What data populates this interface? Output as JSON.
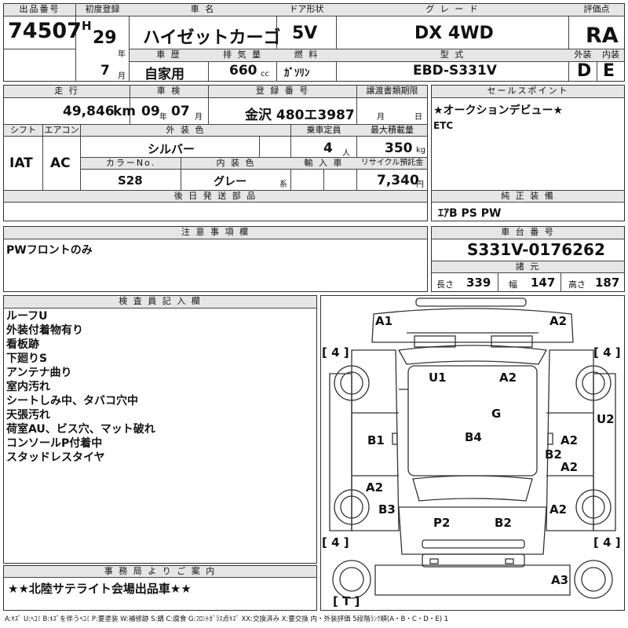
{
  "header": {
    "lot_no_label": "出品番号",
    "lot_no": "74507",
    "first_reg_label": "初度登録",
    "era": "H",
    "year": "29",
    "year_unit": "年",
    "month": "7",
    "month_unit": "月",
    "car_name_label": "車 名",
    "car_name": "ハイゼットカーゴ",
    "door_label": "ドア形状",
    "door": "5V",
    "grade_label": "グ レ ー ド",
    "grade": "DX 4WD",
    "score_label": "評価点",
    "score": "RA",
    "history_label": "車 歴",
    "history": "自家用",
    "displacement_label": "排 気 量",
    "displacement": "660",
    "displacement_unit": "cc",
    "fuel_label": "燃 料",
    "fuel": "ｶﾞｿﾘﾝ",
    "model_label": "型 式",
    "model": "EBD-S331V",
    "ext_label": "外装",
    "ext_grade": "D",
    "int_label": "内装",
    "int_grade": "E"
  },
  "row2": {
    "mileage_label": "走 行",
    "mileage": "49,846",
    "mileage_unit": "km",
    "inspection_label": "車 検",
    "insp_year": "09",
    "insp_year_unit": "年",
    "insp_month": "07",
    "insp_month_unit": "月",
    "plate_label": "登 録 番 号",
    "plate": "金沢 480エ3987",
    "transfer_label": "譲渡書類期限",
    "transfer_month_unit": "月",
    "transfer_day_unit": "日",
    "shift_label": "シフト",
    "shift": "IAT",
    "ac_label": "エアコン",
    "ac": "AC",
    "ext_color_label": "外 装 色",
    "ext_color": "シルバー",
    "capacity_label": "乗車定員",
    "capacity": "4",
    "capacity_unit": "人",
    "max_load_label": "最大積載量",
    "max_load": "350",
    "max_load_unit": "kg",
    "color_no_label": "カラーNo.",
    "color_no": "S28",
    "int_color_label": "内 装 色",
    "int_color": "グレー",
    "int_color_unit": "系",
    "import_label": "輸 入 車",
    "recycle_label": "リサイクル預託金",
    "recycle": "7,340",
    "recycle_unit": "円",
    "later_parts_label": "後 日 発 送 部 品"
  },
  "sales": {
    "label": "セールスポイント",
    "line1": "★オークションデビュー★",
    "line2": "ETC"
  },
  "equipment": {
    "label": "純 正 装 備",
    "value": "ｴｱB PS PW"
  },
  "caution": {
    "label": "注 意 事 項 欄",
    "value": "PWフロントのみ"
  },
  "chassis": {
    "label": "車 台 番 号",
    "value": "S331V-0176262",
    "dims_label": "諸 元",
    "length_label": "長さ",
    "length": "339",
    "width_label": "幅",
    "width": "147",
    "height_label": "高さ",
    "height": "187"
  },
  "inspector": {
    "label": "検 査 員 記 入 欄",
    "notes": [
      "ルーフU",
      "外装付着物有り",
      "看板跡",
      "下廻りS",
      "アンテナ曲り",
      "室内汚れ",
      "シートしみ中、タバコ穴中",
      "天張汚れ",
      "荷室AU、ビス穴、マット破れ",
      "コンソールP付着中",
      "スタッドレスタイヤ"
    ]
  },
  "office": {
    "label": "事 務 局 よ り ご 案 内",
    "value": "★★北陸サテライト会場出品車★★"
  },
  "diagram": {
    "tire_marks": [
      "[ 4 ]",
      "[ 4 ]",
      "[ 4 ]",
      "[ 4 ]",
      "[ T ]"
    ],
    "damage": [
      "A1",
      "A2",
      "U1",
      "A2",
      "G",
      "U2",
      "B1",
      "B4",
      "A2",
      "B2",
      "A2",
      "A2",
      "B3",
      "A2",
      "P2",
      "B2",
      "A3"
    ]
  },
  "legend": "A:ｷｽﾞ U:ﾍｺﾐ B:ｷｽﾞを伴うﾍｺﾐ P:要塗装 W:補修跡 S:錆 C:腐食 G:ﾌﾛﾝﾄｶﾞﾗｽ点ｷｽﾞ XX:交換済み X:要交換 内・外装評価 5段階ﾗﾝｸ順(A・B・C・D・E) 1"
}
